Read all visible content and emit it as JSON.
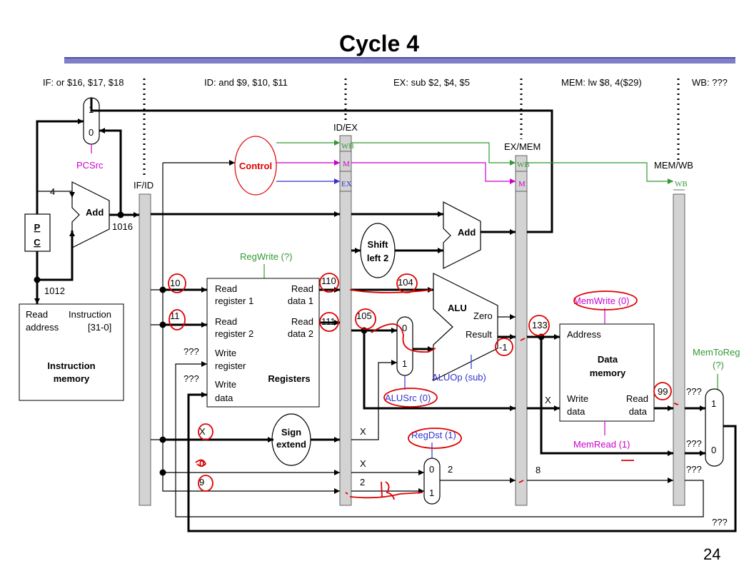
{
  "title": "Cycle 4",
  "page_number": "24",
  "stages": {
    "if": "IF: or $16, $17, $18",
    "id": "ID: and $9, $10, $11",
    "ex": "EX: sub $2, $4, $5",
    "mem": "MEM: lw $8, 4($29)",
    "wb": "WB: ???"
  },
  "pipeline_registers": {
    "ifid": "IF/ID",
    "idex": "ID/EX",
    "exmem": "EX/MEM",
    "memwb": "MEM/WB"
  },
  "control_fields": {
    "wb": "WB",
    "m": "M",
    "ex": "EX"
  },
  "units": {
    "pc_p": "P",
    "pc_c": "C",
    "add": "Add",
    "add2": "Add",
    "four": "4",
    "control": "Control",
    "shift_l1": "Shift",
    "shift_l2": "left 2",
    "alu": "ALU",
    "zero": "Zero",
    "result": "Result",
    "sign_l1": "Sign",
    "sign_l2": "extend",
    "registers": "Registers",
    "instr_mem_l1": "Instruction",
    "instr_mem_l2": "memory",
    "data_mem_l1": "Data",
    "data_mem_l2": "memory"
  },
  "ports": {
    "read_address_l1": "Read",
    "read_address_l2": "address",
    "instruction_l1": "Instruction",
    "instruction_l2": "[31-0]",
    "read_reg1_l1": "Read",
    "read_reg1_l2": "register 1",
    "read_reg2_l1": "Read",
    "read_reg2_l2": "register 2",
    "write_reg_l1": "Write",
    "write_reg_l2": "register",
    "write_data_l1": "Write",
    "write_data_l2": "data",
    "read_data1_l1": "Read",
    "read_data1_l2": "data 1",
    "read_data2_l1": "Read",
    "read_data2_l2": "data 2",
    "address": "Address",
    "dm_write_l1": "Write",
    "dm_write_l2": "data",
    "dm_read_l1": "Read",
    "dm_read_l2": "data"
  },
  "control_signals": {
    "pcsrc": "PCSrc",
    "regwrite": "RegWrite (?)",
    "memwrite": "MemWrite (0)",
    "memread": "MemRead (1)",
    "memtoreg_l1": "MemToReg",
    "memtoreg_l2": "(?)",
    "alusrc": "ALUSrc (0)",
    "aluop": "ALUOp (sub)",
    "regdst": "RegDst (1)"
  },
  "mux_labels": {
    "one": "1",
    "zero": "0"
  },
  "values": {
    "pc_plus4": "1016",
    "pc": "1012",
    "rs": "10",
    "rt": "11",
    "write_reg": "???",
    "write_data": "???",
    "read_data1": "110",
    "read_data2": "111",
    "ex_a": "104",
    "ex_b": "105",
    "ex_signext": "X",
    "ex_rt": "X",
    "ex_rd": "2",
    "id_signext": "X",
    "id_rt": "0",
    "id_rd": "9",
    "regdst_out": "2",
    "alu_result": "-1",
    "mem_address": "133",
    "mem_writedata": "X",
    "mem_dest": "8",
    "mem_readdata": "99",
    "wb_readdata": "???",
    "wb_aluresult": "???",
    "wb_dest": "???",
    "wb_bottom": "???"
  }
}
